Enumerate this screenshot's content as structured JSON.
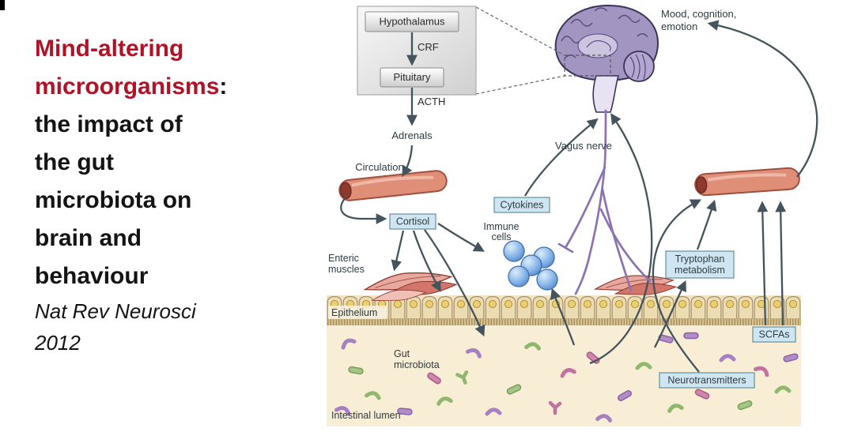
{
  "slide": {
    "title": {
      "red_line1": "Mind-altering",
      "red_line2": "microorganisms",
      "colon": ":",
      "black_line1": "the impact of",
      "black_line2": "the gut",
      "black_line3": "microbiota on",
      "black_line4": "brain and",
      "black_line5": "behaviour",
      "cite_line1": "Nat Rev Neurosci",
      "cite_line2": "2012"
    },
    "title_accent_color": "#b11226"
  },
  "diagram": {
    "hpa_axis": {
      "hypothalamus": "Hypothalamus",
      "crf": "CRF",
      "pituitary": "Pituitary",
      "acth": "ACTH",
      "adrenals": "Adrenals"
    },
    "labels": {
      "mood_line1": "Mood, cognition,",
      "mood_line2": "emotion",
      "vagus_nerve": "Vagus nerve",
      "circulation": "Circulation",
      "cortisol": "Cortisol",
      "cytokines": "Cytokines",
      "immune_line1": "Immune",
      "immune_line2": "cells",
      "enteric_line1": "Enteric",
      "enteric_line2": "muscles",
      "epithelium": "Epithelium",
      "gut_line1": "Gut",
      "gut_line2": "microbiota",
      "tryptophan_line1": "Tryptophan",
      "tryptophan_line2": "metabolism",
      "scfas": "SCFAs",
      "neurotransmitters": "Neurotransmitters",
      "intestinal_lumen": "Intestinal lumen"
    },
    "colors": {
      "arrow": "#44545c",
      "vagus_nerve": "#8b72b2",
      "label_box_bg": "#cfe6f2",
      "label_box_border": "#64909f",
      "blood_vessel": "#df8f77",
      "lumen_bg": "#f8eed6"
    }
  }
}
